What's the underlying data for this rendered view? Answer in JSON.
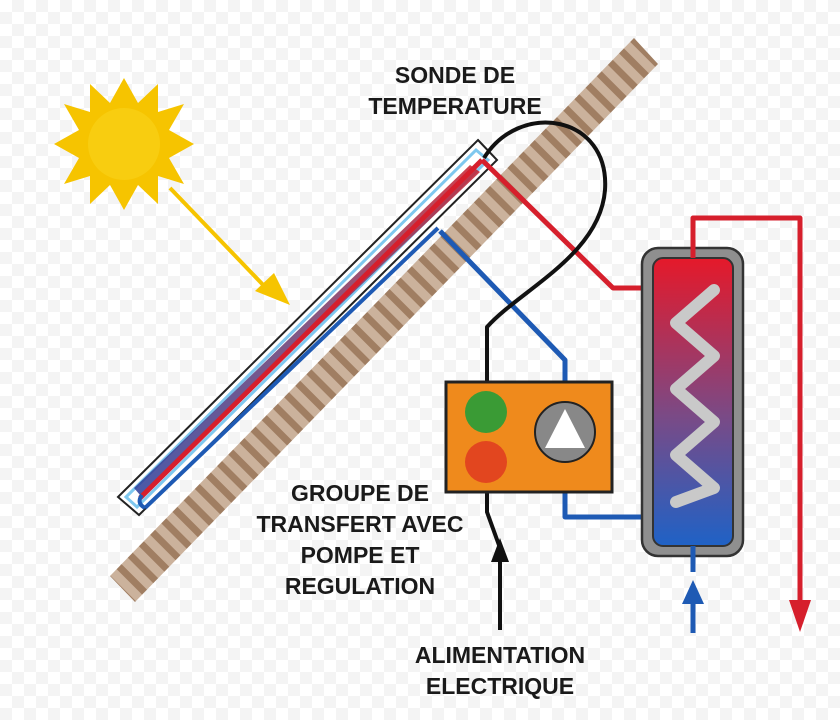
{
  "labels": {
    "sonde": [
      "SONDE DE",
      "TEMPERATURE"
    ],
    "groupe": [
      "GROUPE DE",
      "TRANSFERT AVEC",
      "POMPE ET",
      "REGULATION"
    ],
    "alimentation": [
      "ALIMENTATION",
      "ELECTRIQUE"
    ]
  },
  "colors": {
    "hot": "#d61f2c",
    "cold": "#1e5ab4",
    "wire": "#111111",
    "sun": "#f6c400",
    "roof": "#b89a80",
    "controller": "#ef8a1c",
    "indicator_green": "#3a9b35",
    "indicator_red": "#e2461f",
    "pump": "#888888"
  },
  "icons": [
    "sun-icon",
    "pump-icon"
  ]
}
